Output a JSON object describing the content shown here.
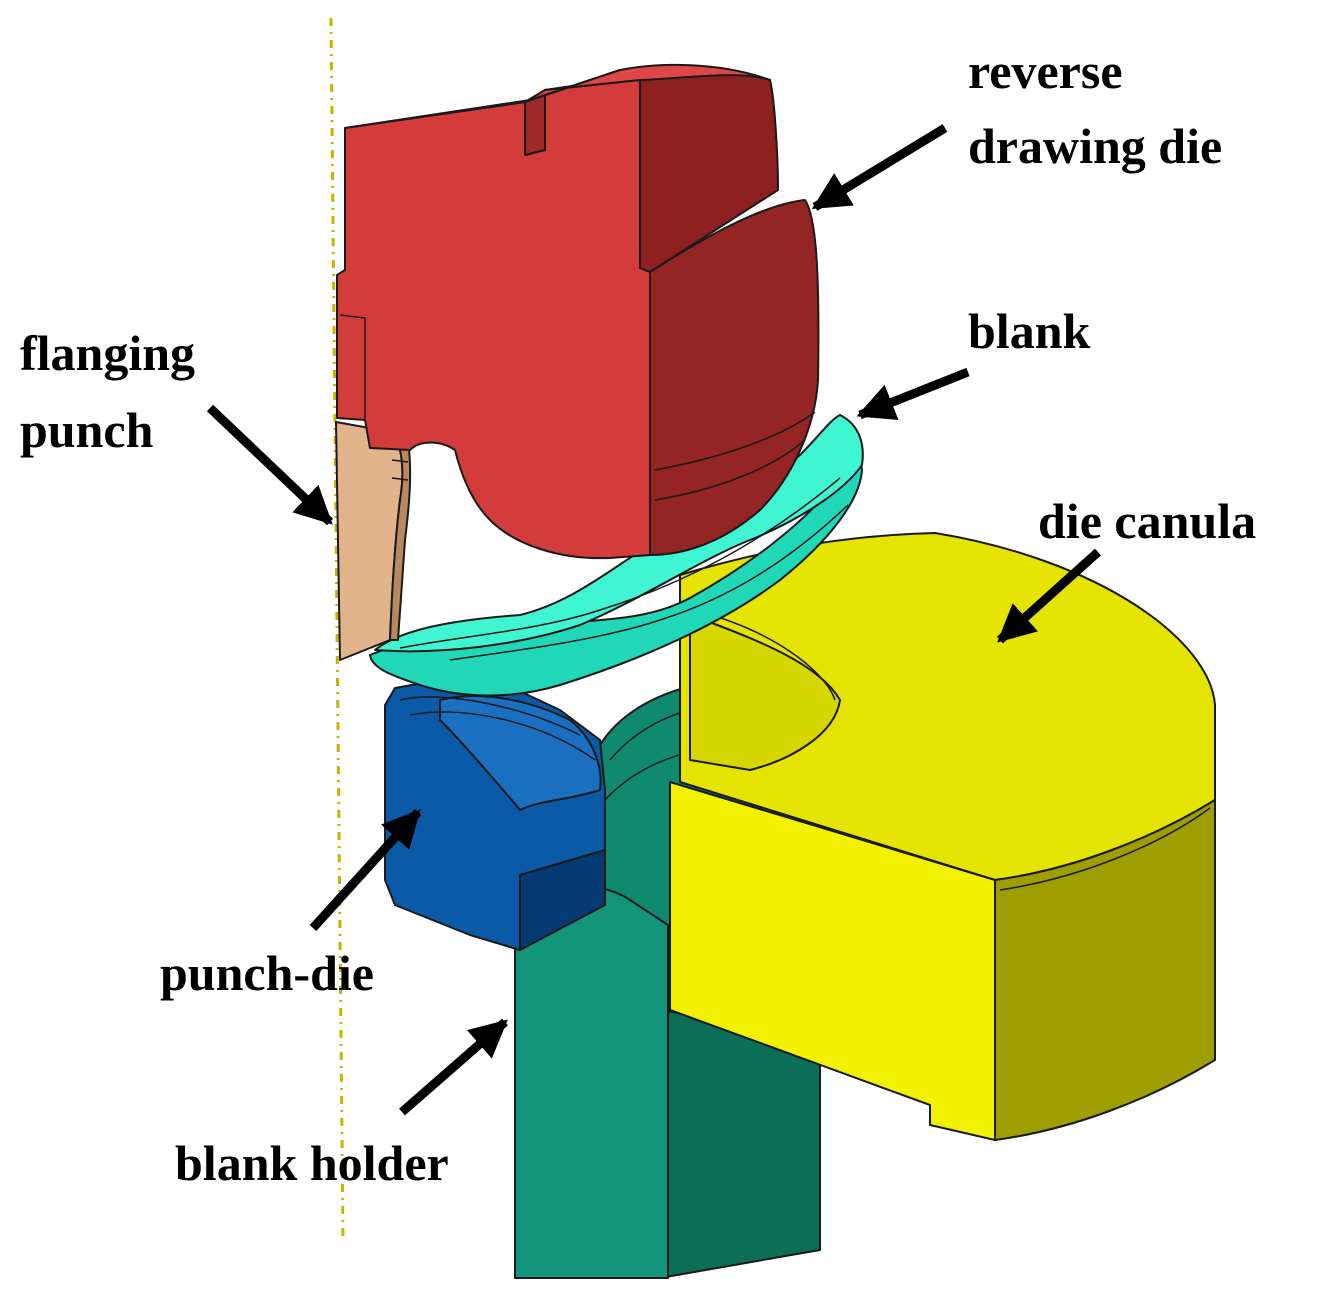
{
  "labels": {
    "reverse_drawing_die_line1": "reverse",
    "reverse_drawing_die_line2": "drawing die",
    "blank": "blank",
    "flanging_punch_line1": "flanging",
    "flanging_punch_line2": "punch",
    "die_canula": "die canula",
    "punch_die": "punch-die",
    "blank_holder": "blank holder"
  },
  "colors": {
    "reverse_drawing_die": "#d03a3a",
    "reverse_drawing_die_side": "#8e2020",
    "blank": "#2de8c4",
    "flanging_punch": "#e2b48c",
    "punch_die": "#0a5aa8",
    "blank_holder": "#0f8a6e",
    "die_canula": "#f2f200",
    "die_canula_side": "#a8a800",
    "symmetry_axis": "#c8b400"
  }
}
